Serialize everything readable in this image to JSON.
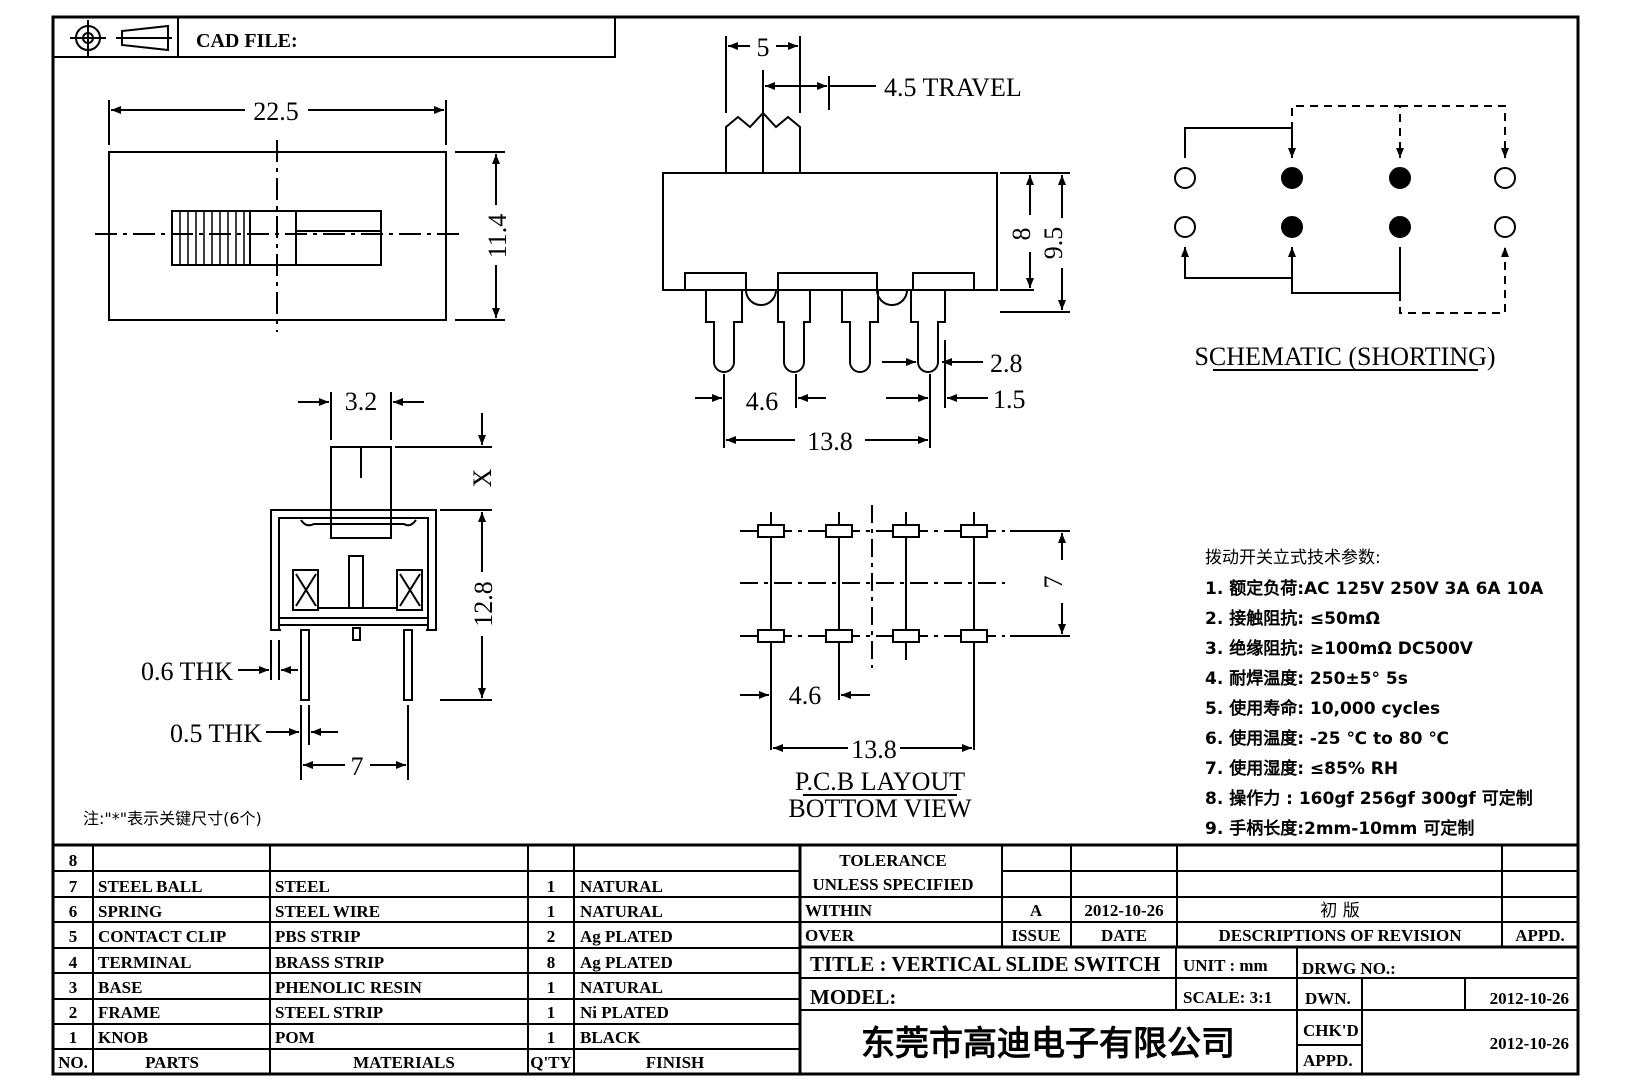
{
  "header": {
    "cad_file_label": "CAD FILE:"
  },
  "top_view": {
    "width_dim": "22.5",
    "height_dim": "11.4"
  },
  "front_view": {
    "handle_dim": "5",
    "travel_dim": "4.5 TRAVEL",
    "height_8": "8",
    "height_9_5": "9.5",
    "pin_dim_2_8": "2.8",
    "pin_dim_1_5": "1.5",
    "pitch_dim": "4.6",
    "span_dim": "13.8"
  },
  "side_view": {
    "knob_dim": "3.2",
    "x_dim": "X",
    "height_dim": "12.8",
    "frame_thk": "0.6 THK",
    "pin_thk": "0.5 THK",
    "pin_span": "7"
  },
  "schematic": {
    "title": "SCHEMATIC (SHORTING)"
  },
  "pcb": {
    "row_dim": "7",
    "pitch_dim": "4.6",
    "span_dim": "13.8",
    "title_1": "P.C.B LAYOUT",
    "title_2": "BOTTOM VIEW"
  },
  "note": "注:\"*\"表示关键尺寸(6个)",
  "specs": {
    "title": "拨动开关立式技术参数:",
    "items": [
      "1.  额定负荷:AC 125V 250V    3A    6A    10A",
      "2.  接触阻抗:  ≤50mΩ",
      "3.  绝缘阻抗:  ≥100mΩ   DC500V",
      "4.  耐焊温度:  250±5°  5s",
      "5.  使用寿命:  10,000 cycles",
      "6.  使用温度:  -25  ℃   to 80  ℃",
      "7.  使用湿度:  ≤85% RH",
      "8.  操作力 :  160gf    256gf    300gf   可定制",
      "9.  手柄长度:2mm-10mm   可定制"
    ]
  },
  "bom": {
    "headers": {
      "no": "NO.",
      "parts": "PARTS",
      "materials": "MATERIALS",
      "qty": "Q'TY",
      "finish": "FINISH"
    },
    "rows": [
      {
        "no": "8",
        "part": "",
        "material": "",
        "qty": "",
        "finish": ""
      },
      {
        "no": "7",
        "part": "STEEL BALL",
        "material": "STEEL",
        "qty": "1",
        "finish": "NATURAL"
      },
      {
        "no": "6",
        "part": "SPRING",
        "material": "STEEL WIRE",
        "qty": "1",
        "finish": "NATURAL"
      },
      {
        "no": "5",
        "part": "CONTACT CLIP",
        "material": "PBS STRIP",
        "qty": "2",
        "finish": "Ag PLATED"
      },
      {
        "no": "4",
        "part": "TERMINAL",
        "material": "BRASS STRIP",
        "qty": "8",
        "finish": "Ag PLATED"
      },
      {
        "no": "3",
        "part": "BASE",
        "material": "PHENOLIC RESIN",
        "qty": "1",
        "finish": "NATURAL"
      },
      {
        "no": "2",
        "part": "FRAME",
        "material": "STEEL STRIP",
        "qty": "1",
        "finish": "Ni PLATED"
      },
      {
        "no": "1",
        "part": "KNOB",
        "material": "POM",
        "qty": "1",
        "finish": "BLACK"
      }
    ]
  },
  "title_block": {
    "tolerance": "TOLERANCE",
    "unless_specified": "UNLESS  SPECIFIED",
    "within": "WITHIN",
    "over": "OVER",
    "issue_value": "A",
    "date_value": "2012-10-26",
    "revision_value": "初  版",
    "issue_label": "ISSUE",
    "date_label": "DATE",
    "desc_label": "DESCRIPTIONS OF REVISION",
    "appd_label": "APPD.",
    "title": "TITLE :   VERTICAL  SLIDE  SWITCH",
    "unit": "UNIT :   mm",
    "drwg_no": "DRWG NO.:",
    "model": "MODEL:",
    "scale": "SCALE:   3:1",
    "dwn": "DWN.",
    "dwn_date": "2012-10-26",
    "chkd": "CHK'D",
    "chkd_date": "2012-10-26",
    "appd": "APPD.",
    "company": "东莞市高迪电子有限公司"
  }
}
